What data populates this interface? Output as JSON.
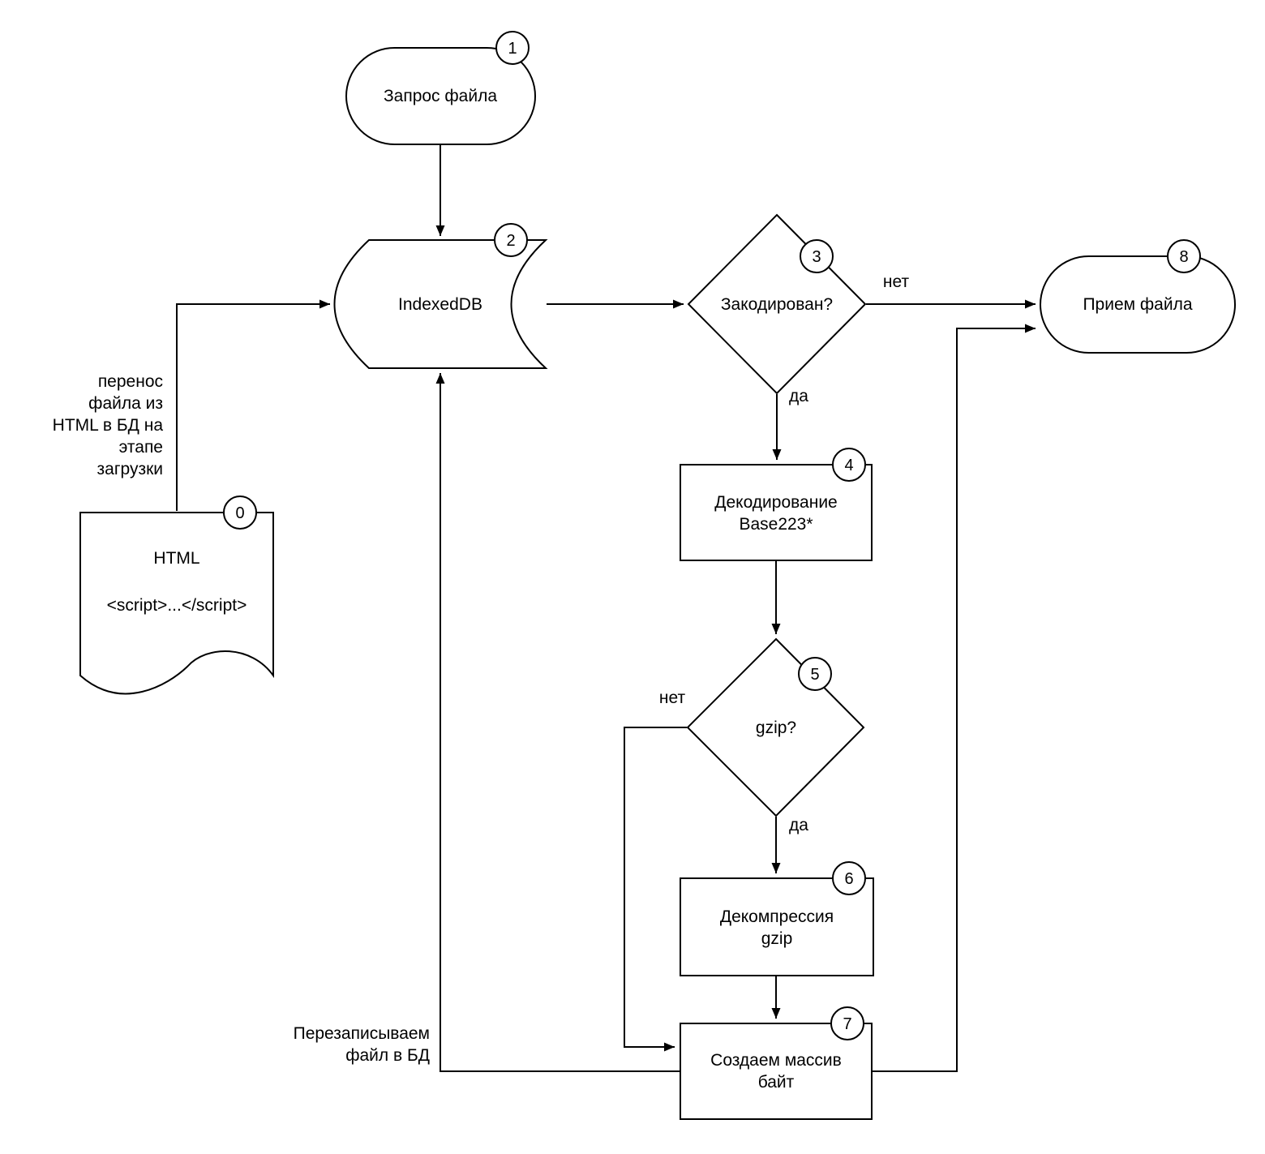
{
  "diagram": {
    "colors": {
      "stroke": "#000000",
      "shape_fill": "#ffffff",
      "background": "#ffffff",
      "text": "#000000"
    },
    "nodes": {
      "n0": {
        "badge": "0",
        "type": "document",
        "lines": [
          "HTML",
          "<script>...</script>"
        ]
      },
      "n1": {
        "badge": "1",
        "type": "terminator",
        "lines": [
          "Запрос файла"
        ]
      },
      "n2": {
        "badge": "2",
        "type": "stored-data",
        "lines": [
          "IndexedDB"
        ]
      },
      "n3": {
        "badge": "3",
        "type": "decision",
        "lines": [
          "Закодирован?"
        ]
      },
      "n4": {
        "badge": "4",
        "type": "process",
        "lines": [
          "Декодирование",
          "Base223*"
        ]
      },
      "n5": {
        "badge": "5",
        "type": "decision",
        "lines": [
          "gzip?"
        ]
      },
      "n6": {
        "badge": "6",
        "type": "process",
        "lines": [
          "Декомпрессия",
          "gzip"
        ]
      },
      "n7": {
        "badge": "7",
        "type": "process",
        "lines": [
          "Создаем массив",
          "байт"
        ]
      },
      "n8": {
        "badge": "8",
        "type": "terminator",
        "lines": [
          "Прием файла"
        ]
      }
    },
    "edge_labels": {
      "encoded_no": "нет",
      "encoded_yes": "да",
      "gzip_no": "нет",
      "gzip_yes": "да"
    },
    "annotations": {
      "transfer_note_lines": [
        "перенос",
        "файла из",
        "HTML в БД на",
        "этапе",
        "загрузки"
      ],
      "rewrite_note_lines": [
        "Перезаписываем",
        "файл в БД"
      ]
    }
  }
}
